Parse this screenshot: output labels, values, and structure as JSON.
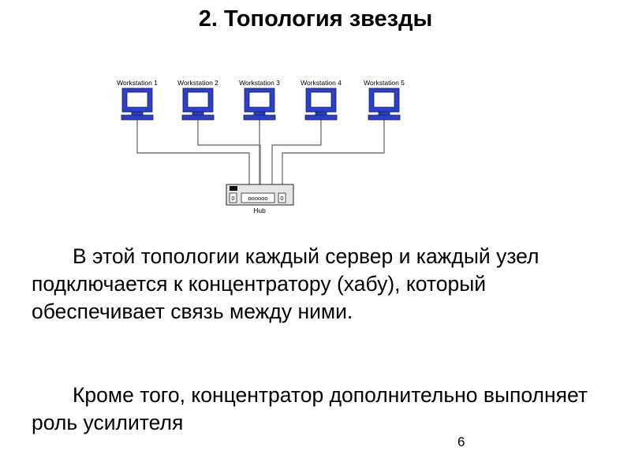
{
  "title": "2. Топология звезды",
  "diagram": {
    "workstations": [
      {
        "label": "Workstation 1"
      },
      {
        "label": "Workstation 2"
      },
      {
        "label": "Workstation 3"
      },
      {
        "label": "Workstation 4"
      },
      {
        "label": "Workstation 5"
      }
    ],
    "hub": {
      "label": "Hub",
      "left_port": "0",
      "ports": "oooooo",
      "right_port": "0"
    },
    "colors": {
      "screen": "#2a3fd6",
      "screen_inner": "#ffffff",
      "cable": "#777777",
      "hub_fill": "#e6e6e6",
      "outline": "#222222"
    }
  },
  "paragraphs": [
    "В этой топологии каждый сервер и каждый узел подключается к концентратору (хабу), который обеспечивает связь между ними.",
    "Кроме того, концентратор дополнительно выполняет роль усилителя"
  ],
  "page_number": "6"
}
